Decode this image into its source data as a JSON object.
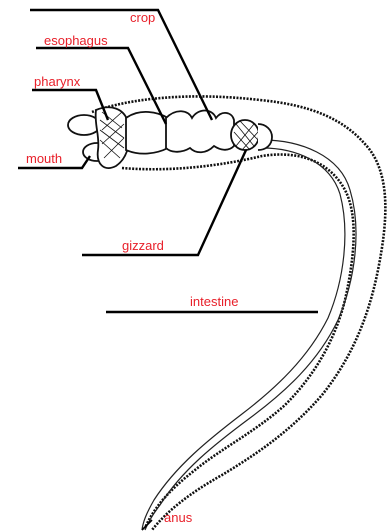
{
  "labels": {
    "crop": "crop",
    "esophagus": "esophagus",
    "pharynx": "pharynx",
    "mouth": "mouth",
    "gizzard": "gizzard",
    "intestine": "intestine",
    "anus": "anus"
  },
  "colors": {
    "label_text": "#e8202a",
    "outline": "#111111",
    "background": "#ffffff"
  }
}
